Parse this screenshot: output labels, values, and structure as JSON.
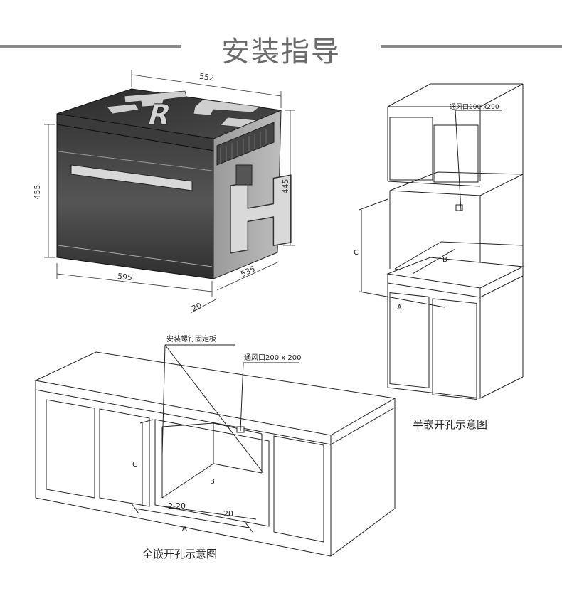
{
  "header": {
    "title": "安装指导"
  },
  "oven": {
    "dims": {
      "width_top": "552",
      "height_front": "455",
      "height_side": "445",
      "width_front": "595",
      "depth": "535",
      "offset": "20"
    },
    "logo_letters": [
      "R",
      "H"
    ]
  },
  "half_embedded": {
    "caption": "半嵌开孔示意图",
    "vent_label": "通风口200 x200",
    "dim_a": "A",
    "dim_b": "B",
    "dim_c": "C"
  },
  "full_embedded": {
    "caption": "全嵌开孔示意图",
    "plate_label": "安装螺钉固定板",
    "vent_label": "通风口200 x 200",
    "dim_a": "A",
    "dim_b": "B",
    "dim_c": "C",
    "gap_left": "2-20",
    "gap_right": "20"
  }
}
